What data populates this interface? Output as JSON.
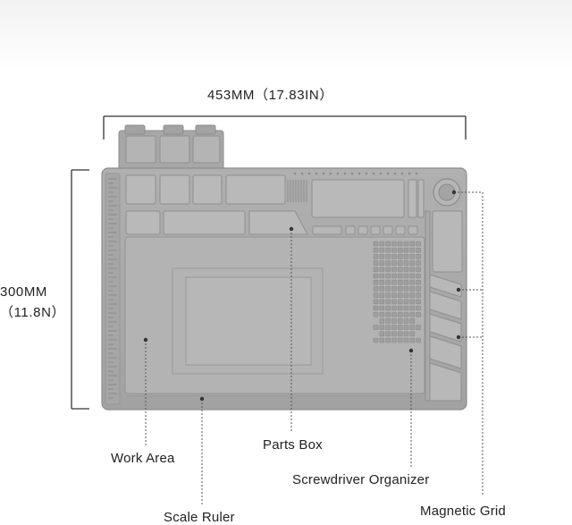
{
  "dimensions": {
    "width": "453MM（17.83IN）",
    "height_mm": "300MM",
    "height_in": "（11.8N）"
  },
  "callouts": {
    "work_area": "Work Area",
    "scale_ruler": "Scale Ruler",
    "parts_box": "Parts Box",
    "screwdriver_organizer": "Screwdriver Organizer",
    "magnetic_grid": "Magnetic Grid"
  },
  "colors": {
    "mat": "#a9a9a9",
    "mat_edge": "#8e8e8e",
    "compartment": "#b9b9b9",
    "leader_line": "#555555"
  }
}
